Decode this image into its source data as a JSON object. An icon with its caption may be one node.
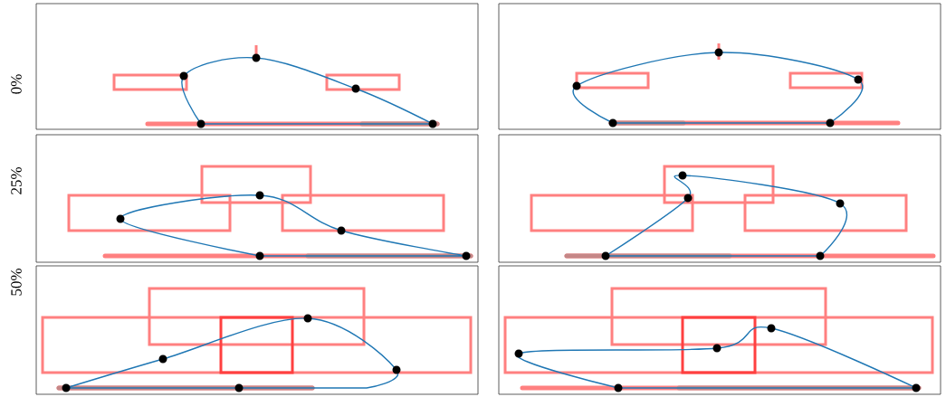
{
  "diagram": {
    "labels": [
      "0%",
      "25%",
      "50%"
    ]
  }
}
